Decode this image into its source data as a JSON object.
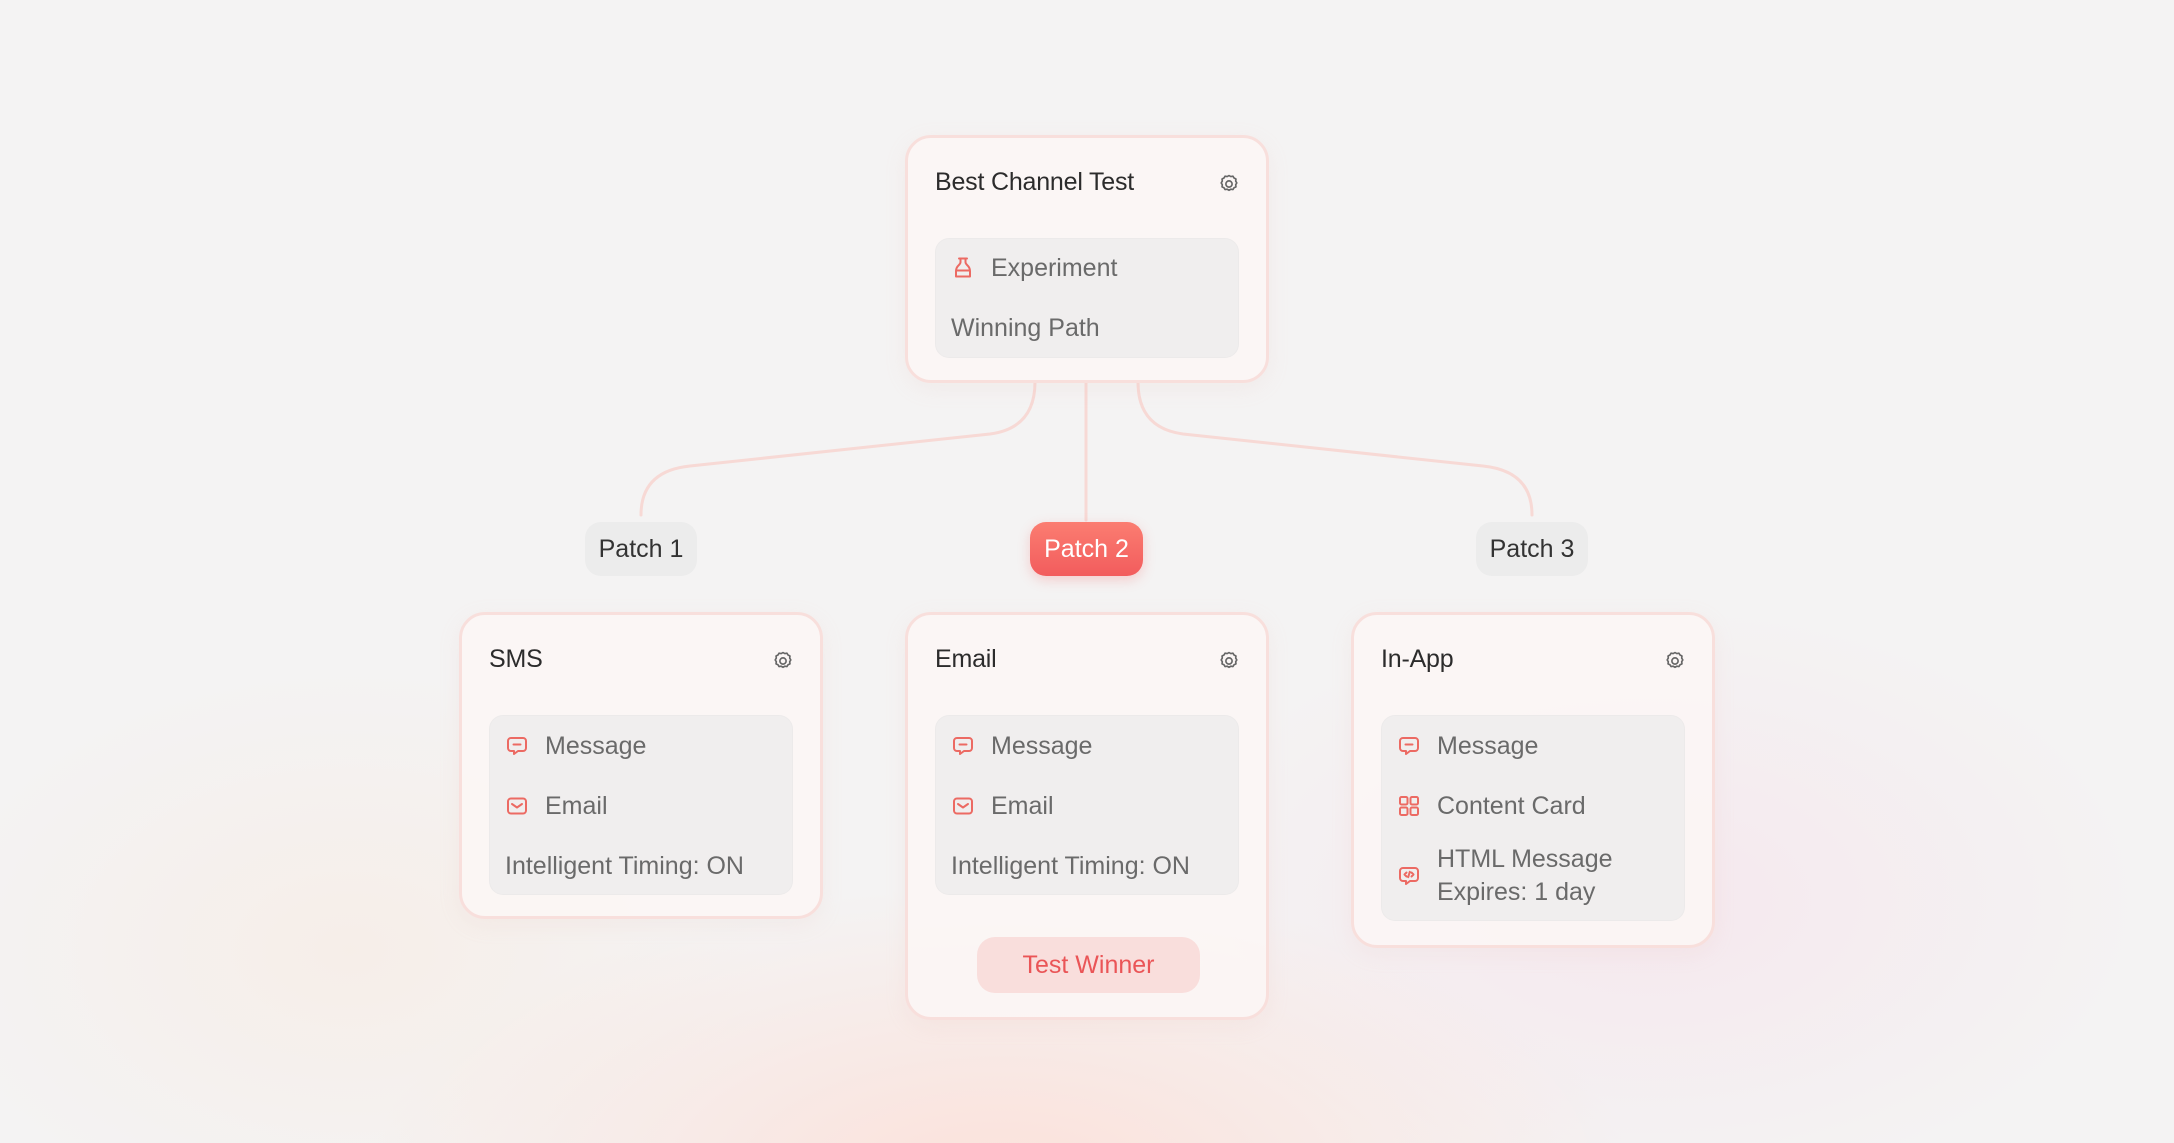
{
  "colors": {
    "accent": "#f25c5d",
    "connector": "#f7d9d5",
    "card_border": "#f8dfdc",
    "winner_bg": "#f9dedc",
    "winner_text": "#ea5557"
  },
  "root": {
    "title": "Best Channel Test",
    "settings_icon": "gear-icon",
    "rows": [
      {
        "icon": "flask-icon",
        "label": "Experiment"
      },
      {
        "icon": null,
        "label": "Winning Path"
      }
    ]
  },
  "paths": [
    {
      "patch_label": "Patch 1",
      "active": false,
      "card": {
        "title": "SMS",
        "settings_icon": "gear-icon",
        "rows": [
          {
            "icon": "message-icon",
            "label": "Message"
          },
          {
            "icon": "email-icon",
            "label": "Email"
          },
          {
            "icon": null,
            "label": "Intelligent Timing: ON"
          }
        ]
      }
    },
    {
      "patch_label": "Patch 2",
      "active": true,
      "card": {
        "title": "Email",
        "settings_icon": "gear-icon",
        "rows": [
          {
            "icon": "message-icon",
            "label": "Message"
          },
          {
            "icon": "email-icon",
            "label": "Email"
          },
          {
            "icon": null,
            "label": "Intelligent Timing: ON"
          }
        ],
        "badge": "Test Winner"
      }
    },
    {
      "patch_label": "Patch 3",
      "active": false,
      "card": {
        "title": "In-App",
        "settings_icon": "gear-icon",
        "rows": [
          {
            "icon": "message-icon",
            "label": "Message"
          },
          {
            "icon": "content-card-icon",
            "label": "Content Card"
          },
          {
            "icon": "html-message-icon",
            "label_line1": "HTML Message",
            "label_line2": "Expires: 1 day"
          }
        ]
      }
    }
  ]
}
